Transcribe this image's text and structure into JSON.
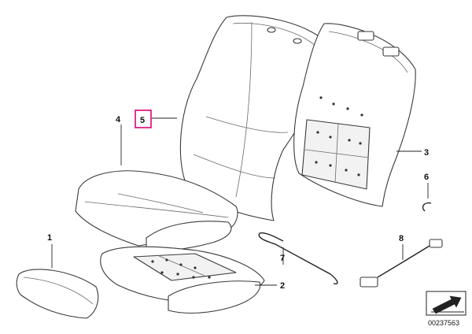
{
  "diagram": {
    "callouts": [
      {
        "id": "1",
        "label": "1"
      },
      {
        "id": "2",
        "label": "2"
      },
      {
        "id": "3",
        "label": "3"
      },
      {
        "id": "4",
        "label": "4"
      },
      {
        "id": "5",
        "label": "5",
        "highlighted": true
      },
      {
        "id": "6",
        "label": "6"
      },
      {
        "id": "7",
        "label": "7"
      },
      {
        "id": "8",
        "label": "8"
      }
    ],
    "highlight_color": "#e0007a",
    "reference_number": "00237563",
    "corner_icon": "arrow-icon"
  }
}
